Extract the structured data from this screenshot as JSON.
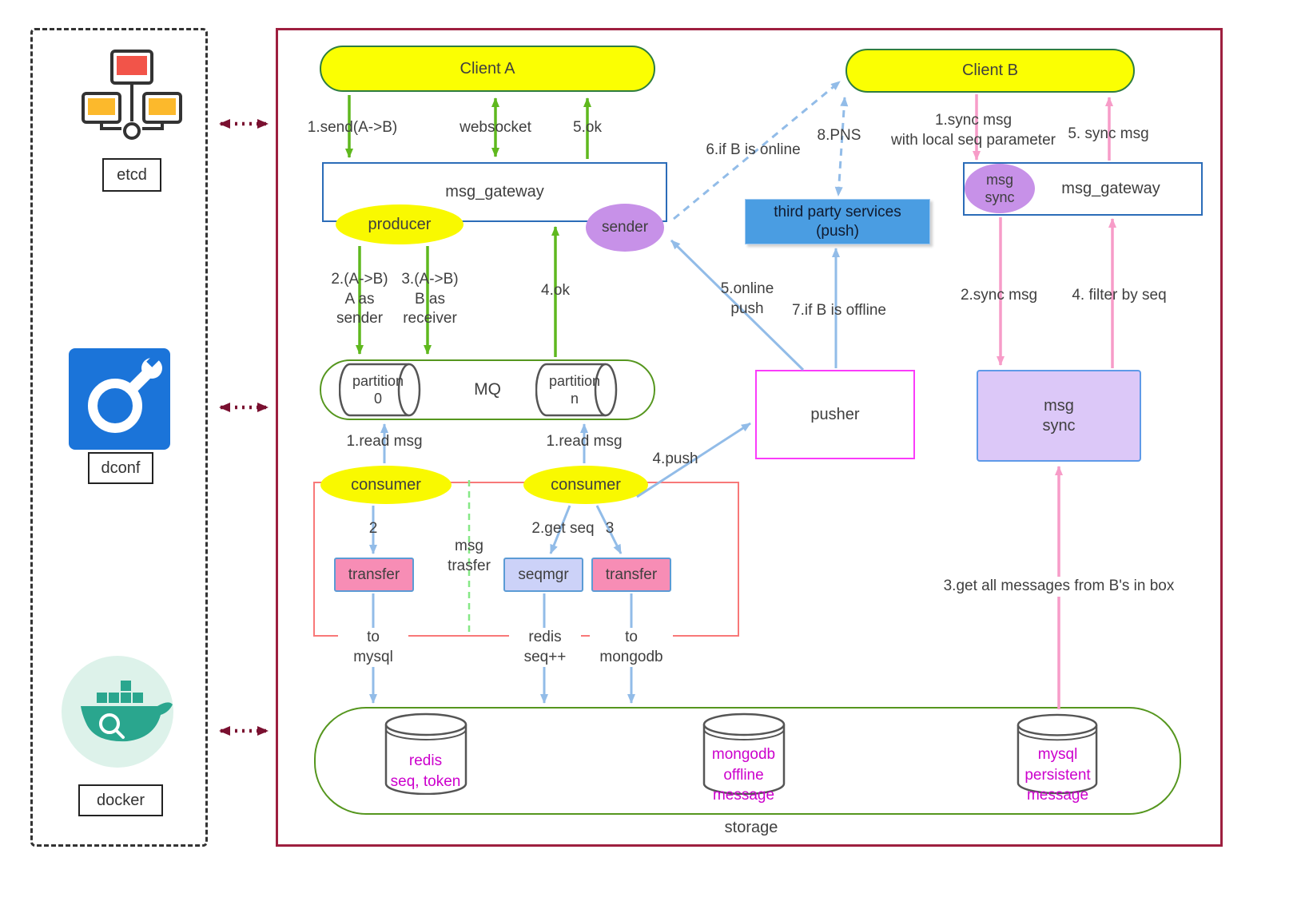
{
  "colors": {
    "yellow": "#fbff02",
    "green_node_border": "#2e7d3f",
    "green_arrow": "#5fb81e",
    "blue_arrow": "#92bce8",
    "pink_arrow": "#f79cc8",
    "purple": "#c791e8",
    "magenta_text": "#cc00cc",
    "maroon_border": "#9e1f3f",
    "blue_box": "#4a9de2"
  },
  "sidebar": {
    "etcd": "etcd",
    "dconf": "dconf",
    "docker": "docker"
  },
  "nodes": {
    "client_a": "Client A",
    "client_b": "Client B",
    "gateway_left": "msg_gateway",
    "gateway_right": "msg_gateway",
    "producer": "producer",
    "sender": "sender",
    "msg_sync_ellipse": "msg\nsync",
    "third_party": "third party services\n(push)",
    "mq": "MQ",
    "partition_0": "partition\n0",
    "partition_n": "partition\nn",
    "pusher": "pusher",
    "msg_sync_box": "msg\nsync",
    "consumer_left": "consumer",
    "consumer_right": "consumer",
    "transfer_left": "transfer",
    "seqmgr": "seqmgr",
    "transfer_right": "transfer",
    "storage": "storage",
    "redis": "redis\nseq, token",
    "mongodb": "mongodb\noffline\nmessage",
    "mysql": "mysql\npersistent\nmessage"
  },
  "labels": {
    "send": "1.send(A->B)",
    "websocket": "websocket",
    "ok5": "5.ok",
    "a_as_sender": "2.(A->B)\nA as\nsender",
    "b_as_receiver": "3.(A->B)\nB as\nreceiver",
    "ok4": "4.ok",
    "if_b_online": "6.if B is online",
    "pns": "8.PNS",
    "sync_local_seq": "1.sync msg\nwith local seq parameter",
    "sync_msg5": "5. sync msg",
    "sync_msg2": "2.sync msg",
    "filter_by_seq": "4. filter by seq",
    "online_push": "5.online\npush",
    "if_b_offline": "7.if B is offline",
    "read_msg_left": "1.read msg",
    "read_msg_right": "1.read msg",
    "push4": "4.push",
    "step2": "2",
    "msg_trasfer": "msg\ntrasfer",
    "get_seq": "2.get seq",
    "step3": "3",
    "to_mysql": "to\nmysql",
    "redis_seq": "redis\nseq++",
    "to_mongodb": "to\nmongodb",
    "get_all": "3.get all messages from B's in box"
  }
}
